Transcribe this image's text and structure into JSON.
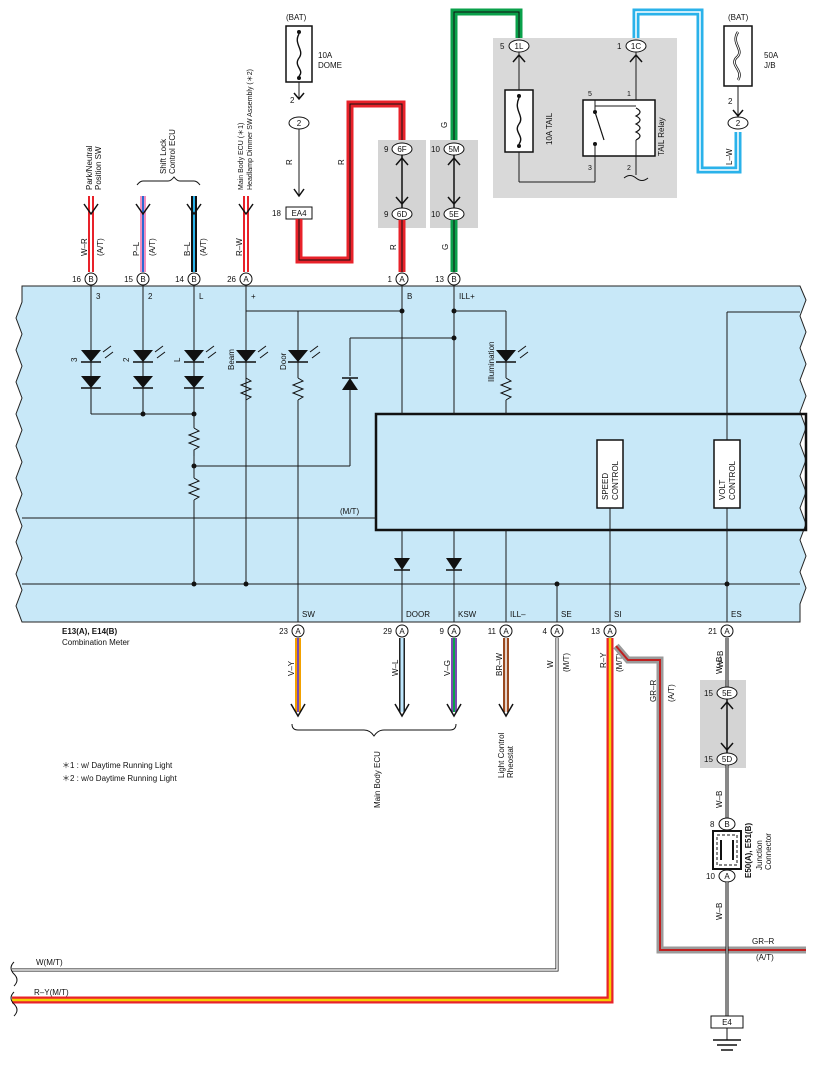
{
  "colors": {
    "panel_fill": "#c8e8f8",
    "relay_box": "#d9d9d9",
    "connector_box": "#d4d4d4",
    "wire_red": "#e8222a",
    "wire_green": "#0aa04a",
    "wire_blue": "#2ab2ea",
    "wire_orange_yellow": "#f2a100",
    "wire_brown": "#9a4a20",
    "wire_purple": "#7a4ab0",
    "wire_gray": "#9a9a9a",
    "wire_pink": "#f090c0"
  },
  "top": {
    "bat_left": "(BAT)",
    "fuse_dome_amp": "10A",
    "fuse_dome_name": "DOME",
    "bat_right": "(BAT)",
    "fuse_jb_amp": "50A",
    "fuse_jb_name": "J/B",
    "fuse_tail": "10A TAIL",
    "relay_name": "TAIL Relay",
    "conn_1L": "1L",
    "conn_1C": "1C",
    "pin_1L": "5",
    "pin_1C": "1",
    "relay_pin5": "5",
    "relay_pin1": "1",
    "relay_pin3": "3",
    "relay_pin2": "2",
    "dome_out_pin": "2",
    "dome_out_conn": "2",
    "jb_out_pin": "2",
    "jb_out_conn": "2",
    "ea4": "EA4",
    "ea4_pin": "18",
    "conn_6F": "6F",
    "conn_6D": "6D",
    "pin_6F": "9",
    "pin_6D": "9",
    "conn_5M": "5M",
    "conn_5E_top": "5E",
    "pin_5M": "10",
    "pin_5E_top": "10",
    "wire_R1": "R",
    "wire_R2": "R",
    "wire_R3": "R",
    "wire_G1": "G",
    "wire_G2": "G",
    "wire_LW": "L–W"
  },
  "left_devices": {
    "park": "Park/Neutral\nPosition SW",
    "shift": "Shift Lock\nControl ECU",
    "main_ecu": "Main Body ECU (＊1)\nHeadlamp Dimmer SW Assembly (＊2)"
  },
  "meter_pins_top": [
    {
      "num": "16",
      "conn": "B",
      "wire": "W–R",
      "note": "(A/T)",
      "inner": "3"
    },
    {
      "num": "15",
      "conn": "B",
      "wire": "P–L",
      "note": "(A/T)",
      "inner": "2"
    },
    {
      "num": "14",
      "conn": "B",
      "wire": "B–L",
      "note": "(A/T)",
      "inner": "L"
    },
    {
      "num": "26",
      "conn": "A",
      "wire": "R–W",
      "note": "",
      "inner": "+"
    },
    {
      "num": "1",
      "conn": "A",
      "wire": "R",
      "note": "",
      "inner": "B"
    },
    {
      "num": "13",
      "conn": "B",
      "wire": "G",
      "note": "",
      "inner": "ILL+"
    }
  ],
  "meter_internal": {
    "led_3": "3",
    "led_2": "2",
    "led_L": "L",
    "beam": "Beam",
    "door": "Door",
    "illumination": "Illumination",
    "speed_control": "SPEED\nCONTROL",
    "volt_control": "VOLT\nCONTROL",
    "mt_label": "(M/T)"
  },
  "meter_pins_bottom": [
    {
      "inner": "SW",
      "num": "23",
      "conn": "A",
      "wire": "V–Y"
    },
    {
      "inner": "DOOR",
      "num": "29",
      "conn": "A",
      "wire": "W–L"
    },
    {
      "inner": "KSW",
      "num": "9",
      "conn": "A",
      "wire": "V–G"
    },
    {
      "inner": "ILL–",
      "num": "11",
      "conn": "A",
      "wire": "BR–W"
    },
    {
      "inner": "SE",
      "num": "4",
      "conn": "A",
      "wire": "W",
      "note": "(M/T)"
    },
    {
      "inner": "SI",
      "num": "13",
      "conn": "A",
      "wire": "R–Y",
      "note": "(M/T)"
    },
    {
      "inner": "ES",
      "num": "21",
      "conn": "A",
      "wire": "W–B"
    }
  ],
  "meter_name": "E13(A), E14(B)",
  "meter_title": "Combination Meter",
  "notes": [
    "＊1 : w/ Daytime Running Light",
    "＊2 : w/o Daytime Running Light"
  ],
  "bottom": {
    "main_body_ecu": "Main Body ECU",
    "light_control": "Light Control\nRheostat",
    "gr_r": "GR–R",
    "gr_r_note": "(A/T)",
    "conn_5E": "5E",
    "conn_5D": "5D",
    "pin_5E": "15",
    "pin_5D": "15",
    "wb1": "W–B",
    "wb2": "W–B",
    "wb3": "W–B",
    "jc_pin_top": "8",
    "jc_conn_top": "B",
    "jc_pin_bot": "10",
    "jc_conn_bot": "A",
    "jc_name": "E50(A), E51(B)",
    "jc_title": "Junction\nConnector",
    "gr_r_right": "GR–R",
    "at_right": "(A/T)",
    "w_mt": "W(M/T)",
    "ry_mt": "R–Y(M/T)",
    "ground": "E4"
  }
}
